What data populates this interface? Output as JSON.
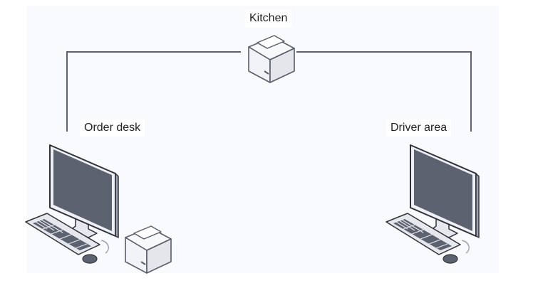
{
  "nodes": {
    "kitchen": {
      "label": "Kitchen",
      "icon": "receipt-printer-icon"
    },
    "order_desk": {
      "label": "Order desk",
      "icon": "desktop-computer-icon",
      "peripheral_icon": "receipt-printer-icon"
    },
    "driver_area": {
      "label": "Driver area",
      "icon": "desktop-computer-icon"
    }
  },
  "links": [
    {
      "from": "order_desk",
      "to": "kitchen"
    },
    {
      "from": "kitchen",
      "to": "driver_area"
    }
  ],
  "colors": {
    "line": "#5d6270",
    "screen": "#5d6270",
    "bezel_light": "#eef0f5",
    "bezel_dark": "#2f323b",
    "printer_body": "#f2f3f6",
    "printer_edge": "#595d69"
  }
}
